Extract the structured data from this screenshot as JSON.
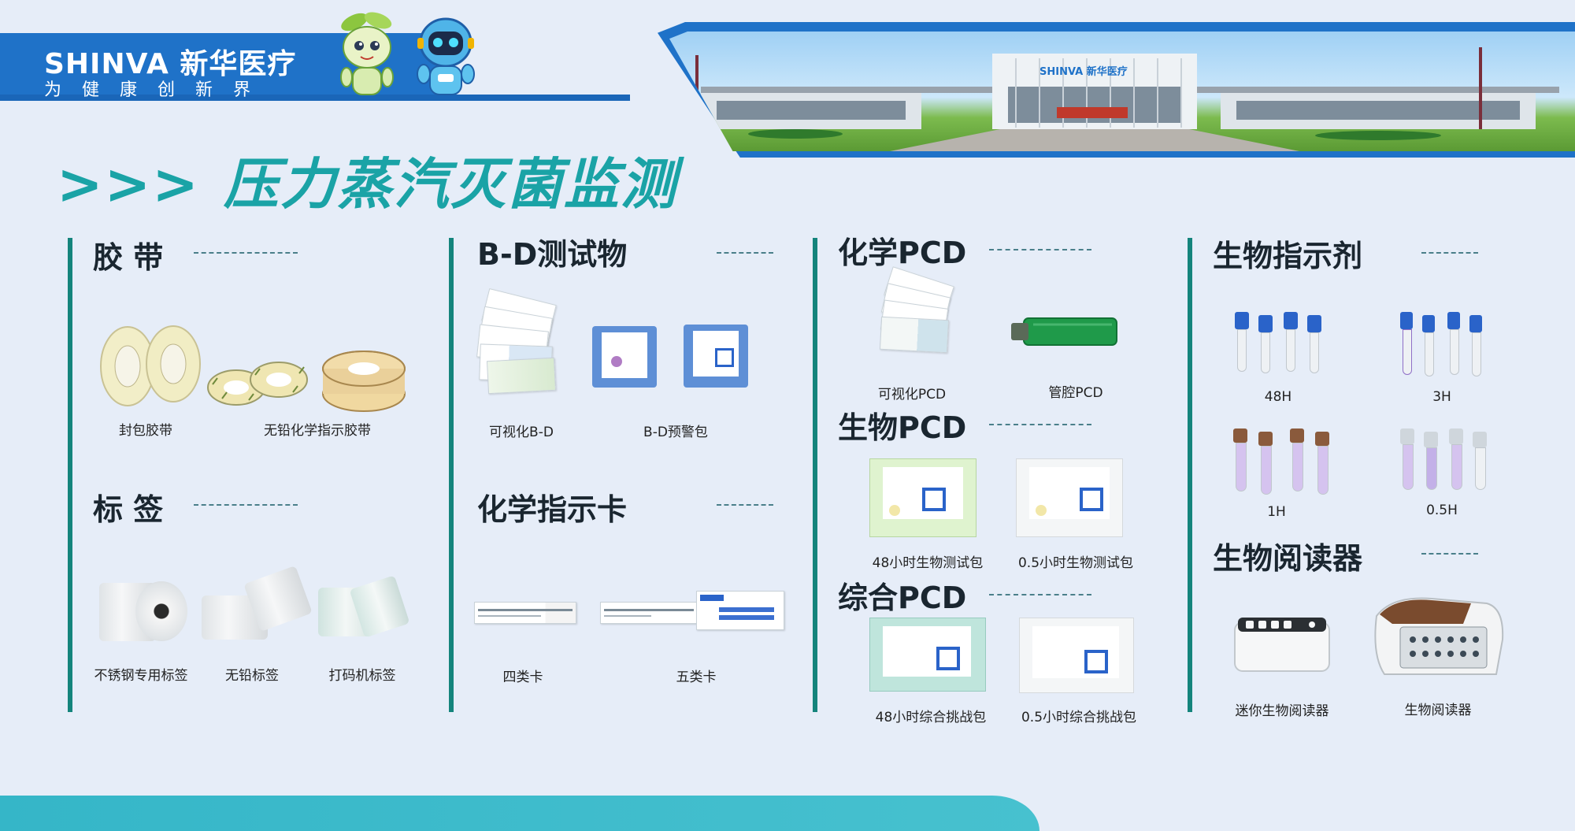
{
  "header": {
    "brand_name": "SHINVA 新华医疗",
    "slogan": "为健康创新界",
    "photo_sign": "SHINVA 新华医疗"
  },
  "title": {
    "arrows": ">>>",
    "text": "压力蒸汽灭菌监测"
  },
  "columns": [
    {
      "sections": [
        {
          "title": "胶 带",
          "items": [
            "封包胶带",
            "无铅化学指示胶带"
          ]
        },
        {
          "title": "标 签",
          "items": [
            "不锈钢专用标签",
            "无铅标签",
            "打码机标签"
          ]
        }
      ]
    },
    {
      "sections": [
        {
          "title": "B-D测试物",
          "items": [
            "可视化B-D",
            "B-D预警包"
          ]
        },
        {
          "title": "化学指示卡",
          "items": [
            "四类卡",
            "五类卡"
          ]
        }
      ]
    },
    {
      "sections": [
        {
          "title": "化学PCD",
          "items": [
            "可视化PCD",
            "管腔PCD"
          ]
        },
        {
          "title": "生物PCD",
          "items": [
            "48小时生物测试包",
            "0.5小时生物测试包"
          ]
        },
        {
          "title": "综合PCD",
          "items": [
            "48小时综合挑战包",
            "0.5小时综合挑战包"
          ]
        }
      ]
    },
    {
      "sections": [
        {
          "title": "生物指示剂",
          "items": [
            "48H",
            "3H",
            "1H",
            "0.5H"
          ]
        },
        {
          "title": "生物阅读器",
          "items": [
            "迷你生物阅读器",
            "生物阅读器"
          ]
        }
      ]
    }
  ],
  "colors": {
    "brand_blue": "#1f72c8",
    "title_teal": "#1aa3a6",
    "divider_green": "#14847c",
    "background": "#e6edf8"
  },
  "icons": [
    "mascot-sprout-icon",
    "mascot-astronaut-icon"
  ]
}
